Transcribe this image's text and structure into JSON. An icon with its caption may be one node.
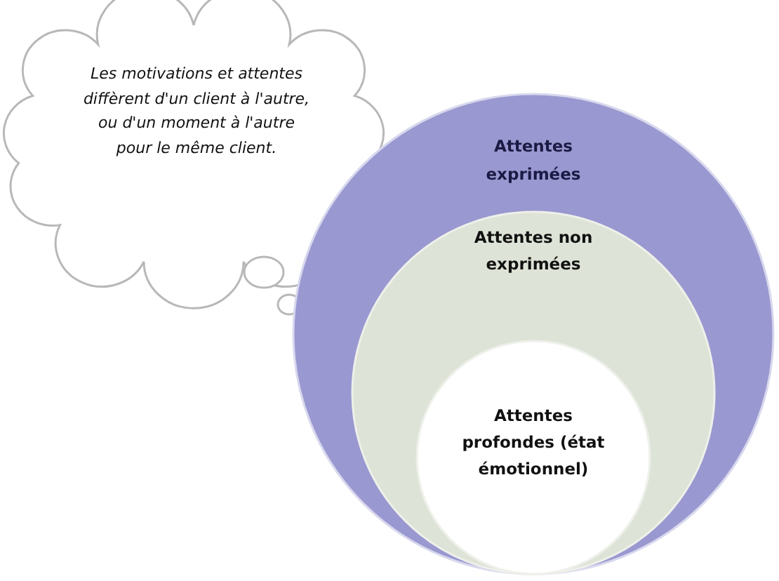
{
  "diagram": {
    "nodes": [
      {
        "text": [
          "Les motivations et attentes diffèrent d'un client à l'autre, ou d'un moment à l'autre pour le même client."
        ]
      },
      {
        "text": [
          "Attentes exprimées"
        ]
      },
      {
        "text": [
          "Attentes non exprimées"
        ],
        "in": 1
      },
      {
        "text": [
          "Attentes profondes (état émotionnel)"
        ],
        "in": 2
      }
    ]
  }
}
